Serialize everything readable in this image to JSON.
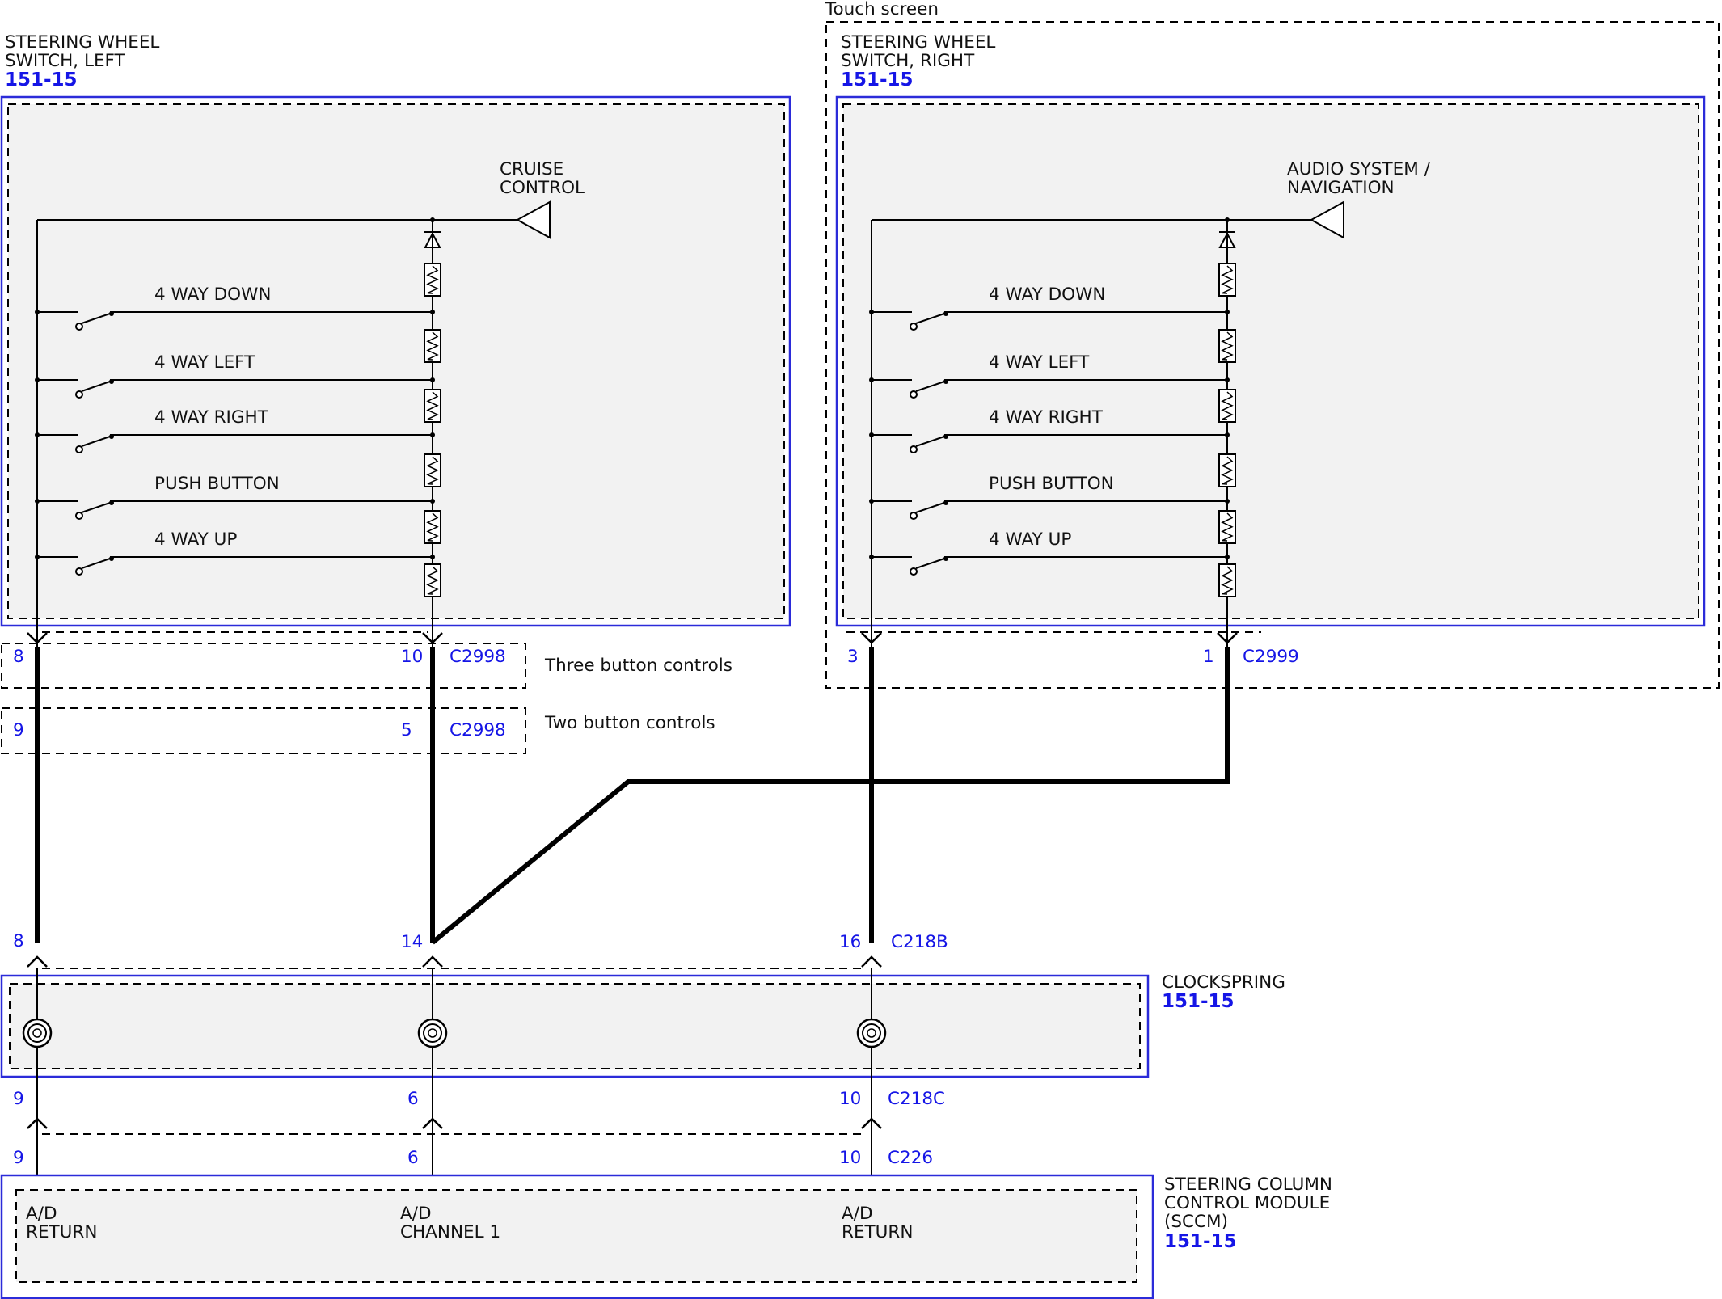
{
  "colors": {
    "box_border": "#2b2bd9",
    "box_fill": "#f2f2f2",
    "blue_text": "#1515e6",
    "wire": "#000000",
    "dashed": "#000000"
  },
  "left_switch": {
    "title_line1": "STEERING WHEEL",
    "title_line2": "SWITCH, LEFT",
    "ref": "151-15",
    "output_label_line1": "CRUISE",
    "output_label_line2": "CONTROL",
    "switches": [
      "4 WAY DOWN",
      "4 WAY LEFT",
      "4 WAY RIGHT",
      "PUSH BUTTON",
      "4 WAY UP"
    ]
  },
  "right_switch": {
    "frame_label": "Touch screen",
    "title_line1": "STEERING WHEEL",
    "title_line2": "SWITCH, RIGHT",
    "ref": "151-15",
    "output_label_line1": "AUDIO SYSTEM /",
    "output_label_line2": "NAVIGATION",
    "switches": [
      "4 WAY DOWN",
      "4 WAY LEFT",
      "4 WAY RIGHT",
      "PUSH BUTTON",
      "4 WAY UP"
    ]
  },
  "connectors": {
    "three_button": {
      "pin_a": "8",
      "pin_b": "10",
      "name": "C2998",
      "note": "Three button controls"
    },
    "two_button": {
      "pin_a": "9",
      "pin_b": "5",
      "name": "C2998",
      "note": "Two button controls"
    },
    "c2999": {
      "pin_a": "3",
      "pin_b": "1",
      "name": "C2999"
    },
    "c218b": {
      "pins": [
        "8",
        "14",
        "16"
      ],
      "name": "C218B"
    },
    "c218c": {
      "pins": [
        "9",
        "6",
        "10"
      ],
      "name": "C218C"
    },
    "c226": {
      "pins": [
        "9",
        "6",
        "10"
      ],
      "name": "C226"
    }
  },
  "clockspring": {
    "title": "CLOCKSPRING",
    "ref": "151-15"
  },
  "sccm": {
    "title_line1": "STEERING COLUMN",
    "title_line2": "CONTROL MODULE",
    "title_line3": "(SCCM)",
    "ref": "151-15",
    "pins": [
      {
        "line1": "A/D",
        "line2": "RETURN"
      },
      {
        "line1": "A/D",
        "line2": "CHANNEL 1"
      },
      {
        "line1": "A/D",
        "line2": "RETURN"
      }
    ]
  }
}
